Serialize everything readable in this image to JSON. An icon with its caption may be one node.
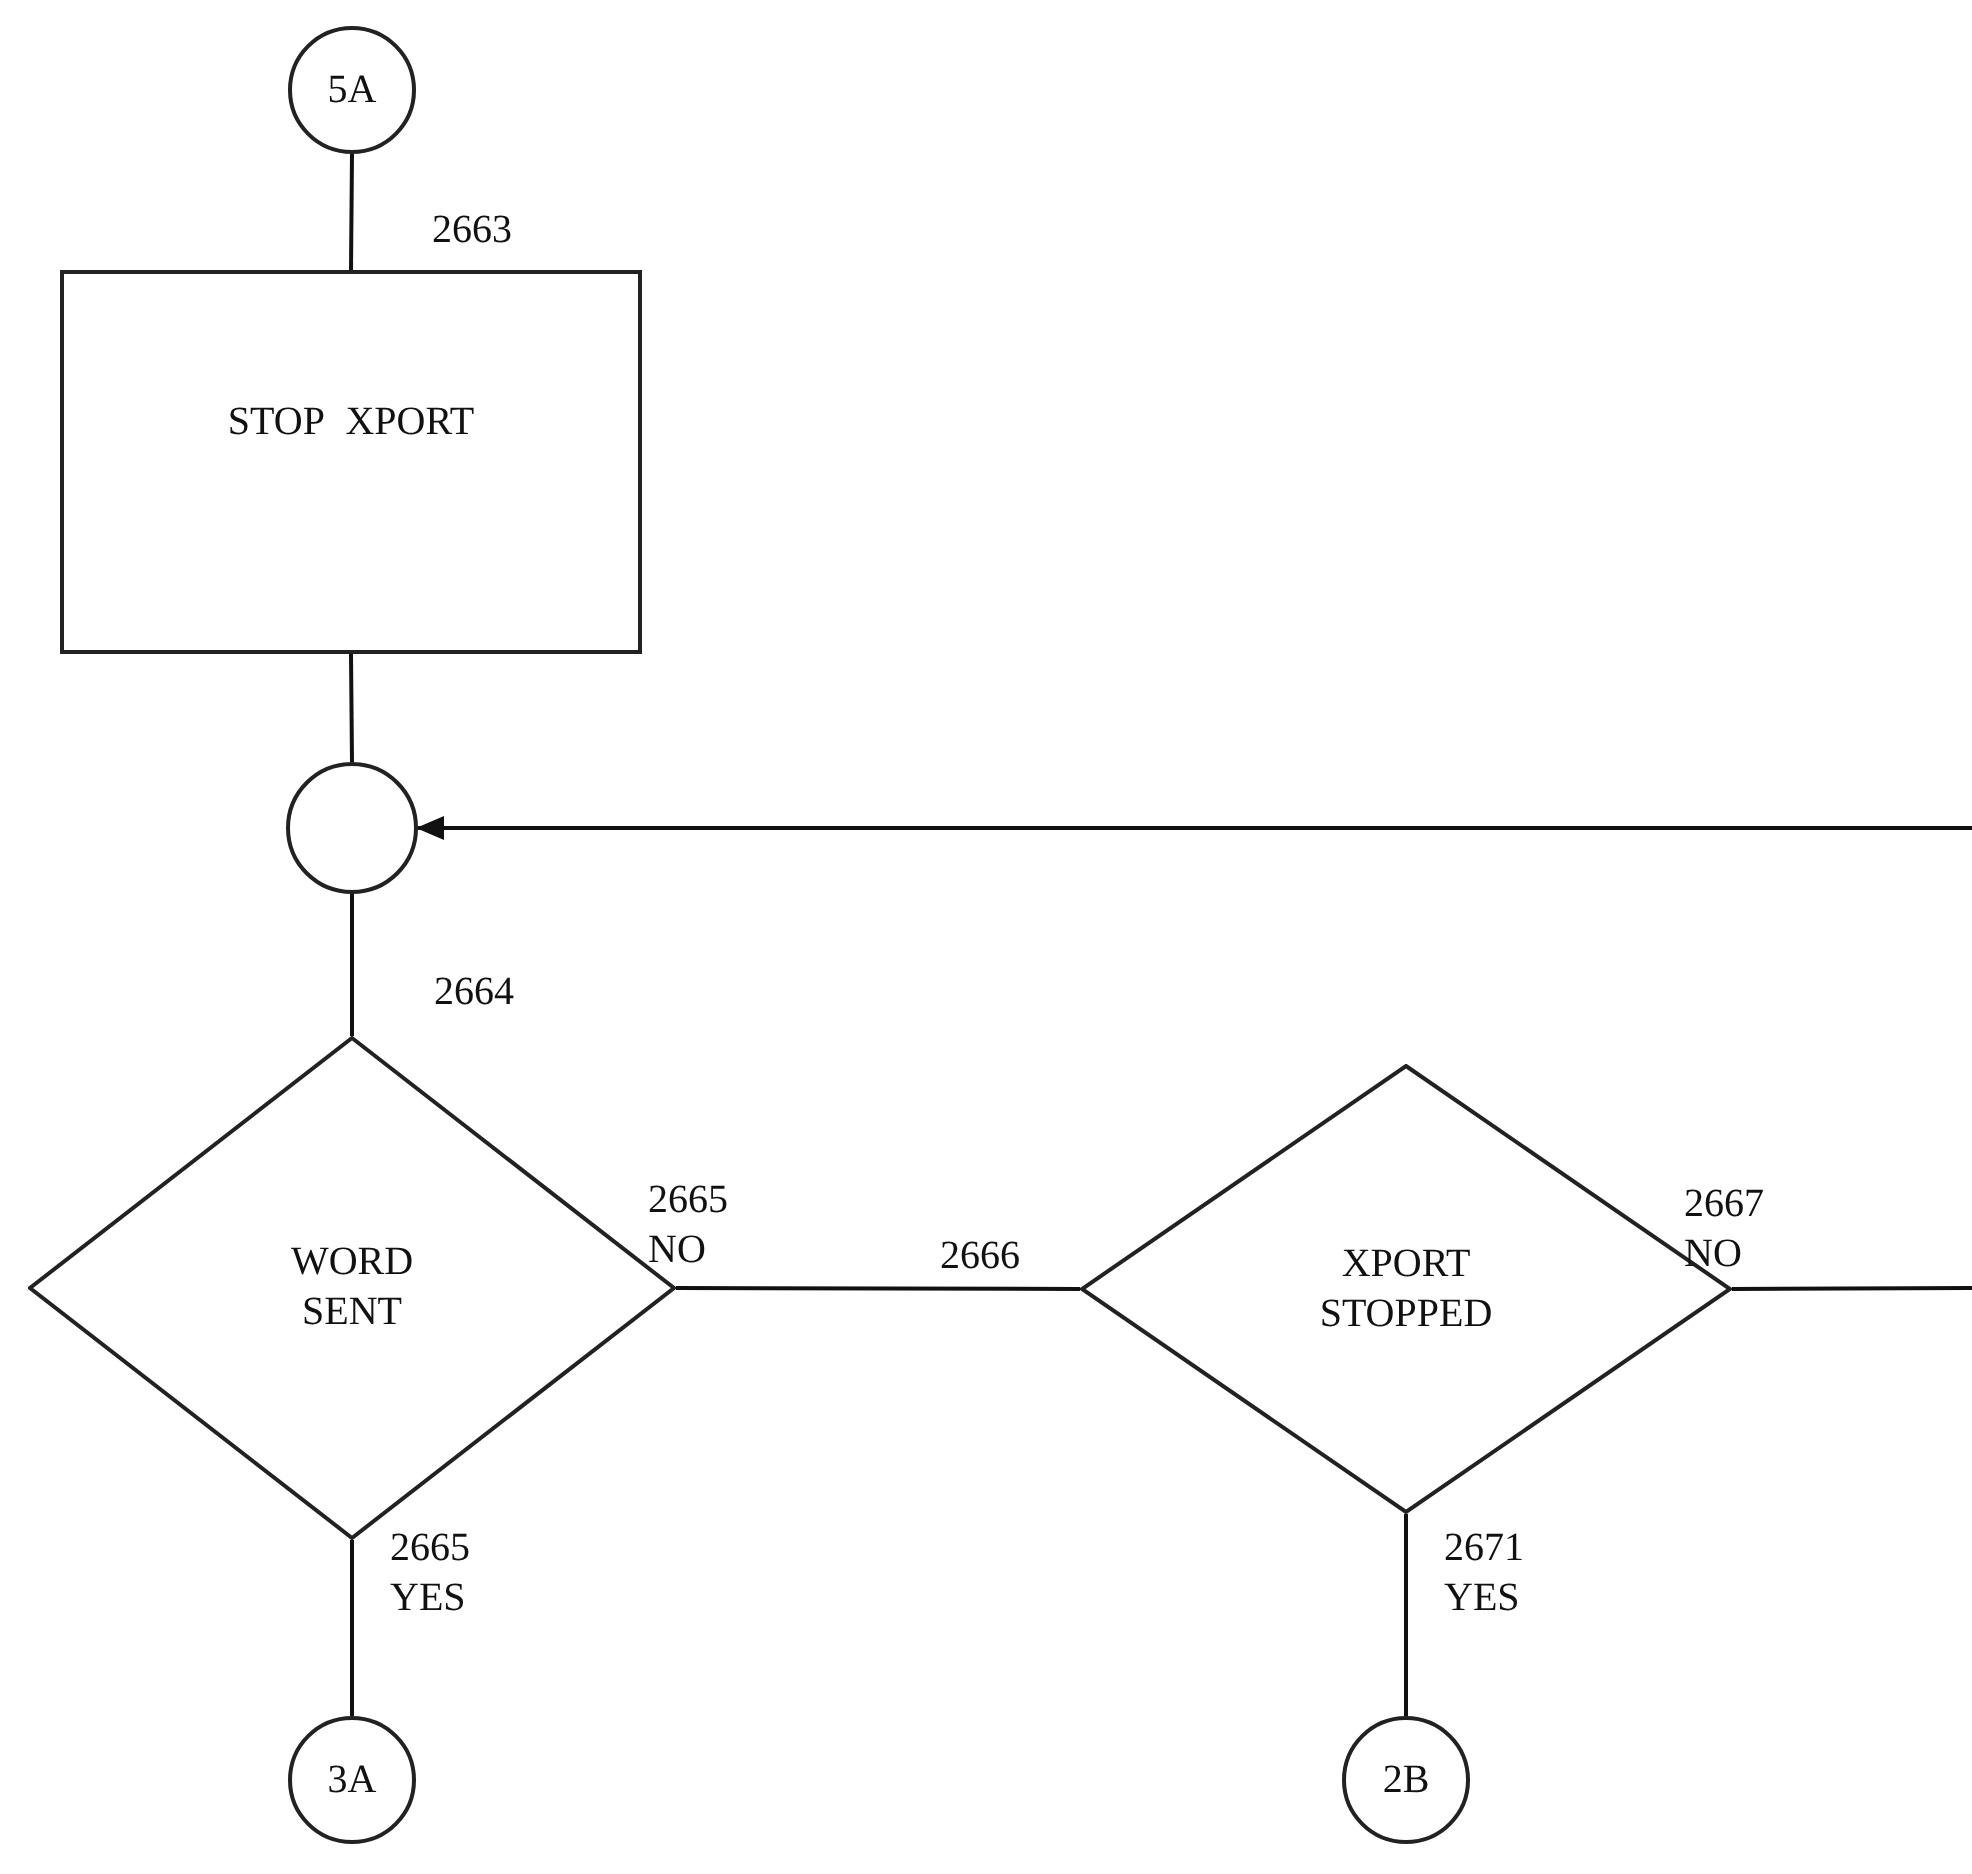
{
  "diagram": {
    "nodes": [
      {
        "text": [
          "5A"
        ]
      },
      {
        "text": [
          "STOP XPORT"
        ],
        "beside": [
          "2663"
        ]
      },
      {
        "text": [],
        "shape": "circle"
      },
      {
        "text": [
          "WORD SENT"
        ],
        "beside": [
          "2664"
        ]
      },
      {
        "text": [
          "XPORT STOPPED"
        ]
      },
      {
        "text": [
          "3A"
        ]
      },
      {
        "text": [
          "2B"
        ]
      }
    ],
    "edges": [
      {
        "from": 0,
        "to": 1,
        "arrow": "none"
      },
      {
        "from": 1,
        "to": 2,
        "arrow": "none"
      },
      {
        "from": 2,
        "to": 3,
        "arrow": "none"
      },
      {
        "from": 3,
        "to": 4,
        "arrow": "none"
      },
      {
        "from": 4,
        "to": null,
        "arrow": "none"
      },
      {
        "from": null,
        "to": 2,
        "arrow": "to"
      },
      {
        "from": 3,
        "to": 5,
        "arrow": "none"
      },
      {
        "from": 4,
        "to": 6,
        "arrow": "none"
      }
    ],
    "labels": [
      "2665 NO",
      "2666",
      "2667 NO",
      "2665 YES",
      "2671 YES"
    ]
  }
}
